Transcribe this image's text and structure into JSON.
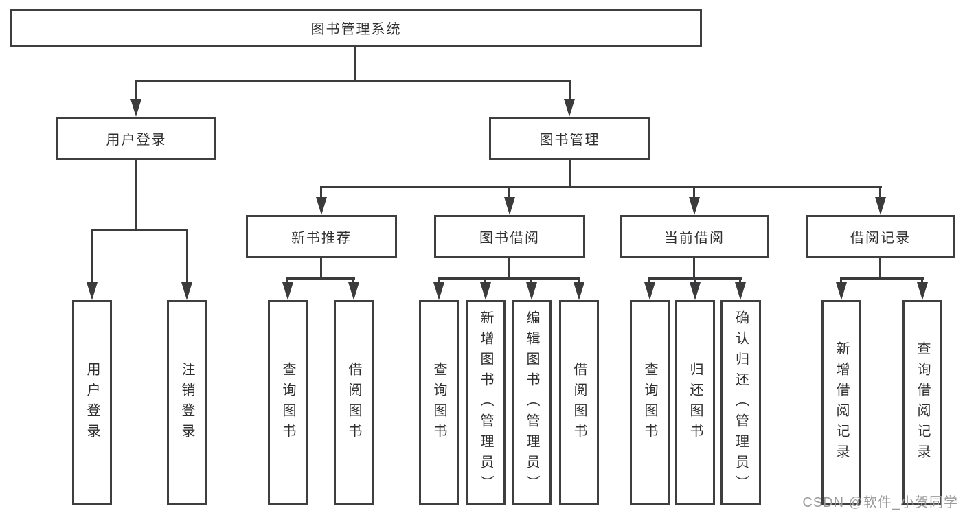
{
  "diagram": {
    "root_label": "图书管理系统",
    "user_login_label": "用户登录",
    "book_mgmt_label": "图书管理",
    "new_books_label": "新书推荐",
    "book_borrow_label": "图书借阅",
    "current_borrow_label": "当前借阅",
    "borrow_records_label": "借阅记录",
    "user_leaves": [
      "用户登录",
      "注销登录"
    ],
    "new_books_leaves": [
      "查询图书",
      "借阅图书"
    ],
    "book_borrow_leaves": [
      "查询图书",
      "新增图书（管理员）",
      "编辑图书（管理员）",
      "借阅图书"
    ],
    "current_borrow_leaves": [
      "查询图书",
      "归还图书",
      "确认归还（管理员）"
    ],
    "borrow_records_leaves": [
      "新增借阅记录",
      "查询借阅记录"
    ]
  },
  "watermark": {
    "text": "CSDN @软件_小贺同学"
  },
  "colors": {
    "line": "#3b3b3d",
    "box_border": "#3f3f41",
    "text": "#2f2f31",
    "watermark": "#9b9b9b",
    "background": "#ffffff"
  }
}
